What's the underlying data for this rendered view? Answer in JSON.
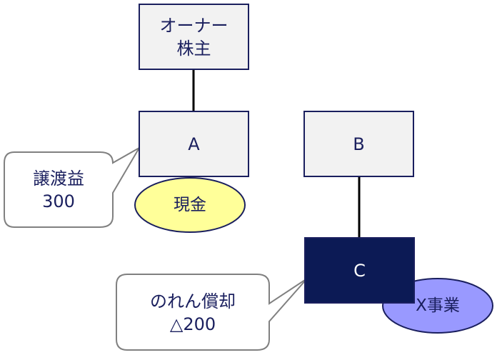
{
  "nodes": {
    "owner": {
      "label": "オーナー\n株主"
    },
    "a": {
      "label": "A"
    },
    "b": {
      "label": "B"
    },
    "c": {
      "label": "C"
    }
  },
  "badges": {
    "cash": {
      "label": "現金",
      "fill": "#ffff99"
    },
    "x_business": {
      "label": "X事業",
      "fill": "#9999ff"
    }
  },
  "callouts": {
    "transfer_gain": {
      "label": "譲渡益\n300"
    },
    "goodwill": {
      "label": "のれん償却\n△200"
    }
  },
  "colors": {
    "navy": "#1a1f5e",
    "dark_box": "#0c1a55",
    "box_fill": "#f2f2f2",
    "callout_border": "#808080"
  }
}
